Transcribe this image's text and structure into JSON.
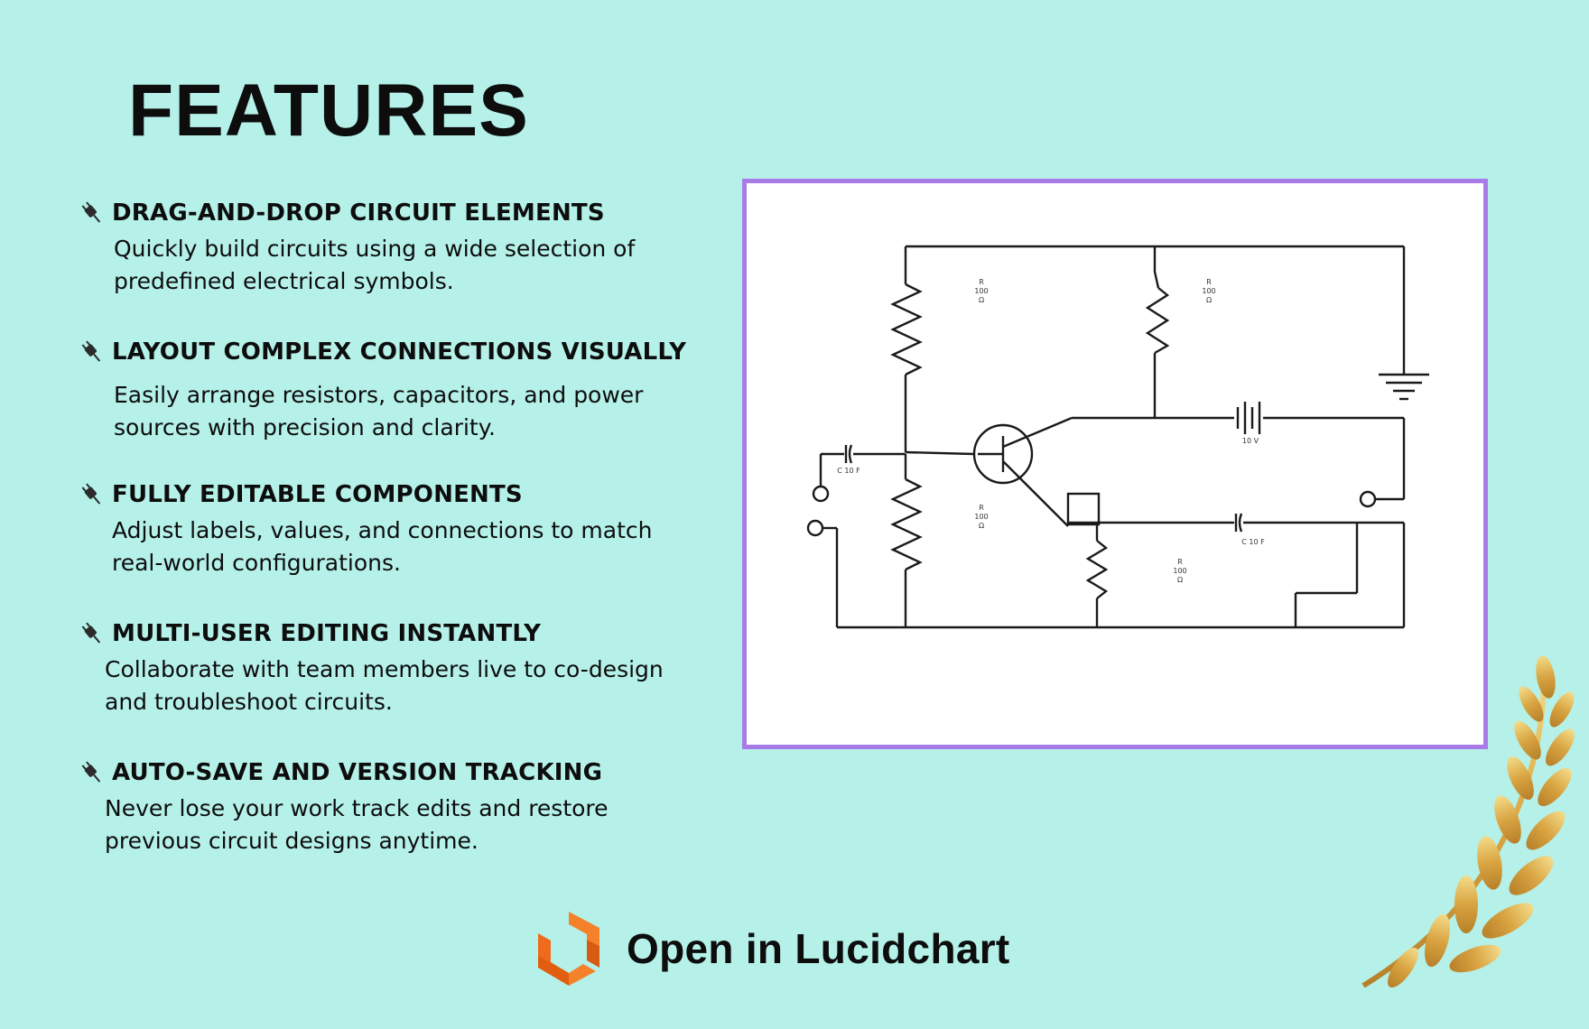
{
  "page": {
    "title": "FEATURES"
  },
  "features": [
    {
      "title": "DRAG-AND-DROP CIRCUIT ELEMENTS",
      "description": "Quickly build circuits using a wide selection of\npredefined electrical symbols.",
      "icon": "plug-icon"
    },
    {
      "title": "LAYOUT COMPLEX CONNECTIONS VISUALLY",
      "description": "Easily arrange resistors, capacitors, and power\nsources with precision and clarity.",
      "icon": "plug-icon"
    },
    {
      "title": "FULLY EDITABLE COMPONENTS",
      "description": "Adjust labels, values, and connections to match\nreal-world configurations.",
      "icon": "plug-icon"
    },
    {
      "title": "MULTI-USER EDITING INSTANTLY",
      "description": "Collaborate with team members live to co-design\nand troubleshoot circuits.",
      "icon": "plug-icon"
    },
    {
      "title": "AUTO-SAVE AND VERSION TRACKING",
      "description": "Never lose your work track edits and restore\nprevious circuit designs anytime.",
      "icon": "plug-icon"
    }
  ],
  "diagram": {
    "labels": {
      "r1": [
        "R",
        "100",
        "Ω"
      ],
      "r2": [
        "R",
        "100",
        "Ω"
      ],
      "r3": [
        "R",
        "100",
        "Ω"
      ],
      "r4": [
        "R",
        "100",
        "Ω"
      ],
      "battery": "10 V",
      "cap1": "C 10 F",
      "cap2": "C 10 F"
    }
  },
  "cta": {
    "label": "Open in Lucidchart",
    "icon": "lucidchart-logo-icon"
  },
  "decor": {
    "icon": "laurel-icon"
  },
  "colors": {
    "background": "#b5f1e9",
    "frame_border": "#a97be8",
    "logo_orange": "#f06a1c",
    "laurel_gold": "#d9a441"
  }
}
